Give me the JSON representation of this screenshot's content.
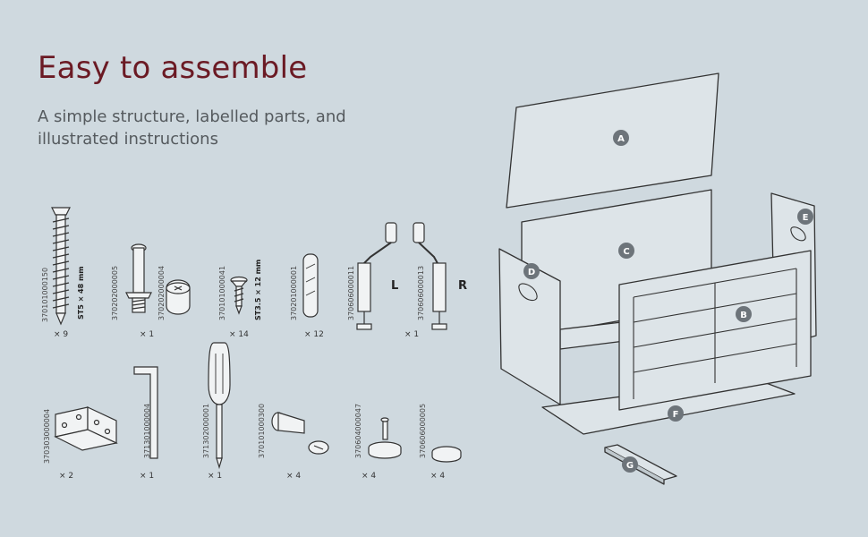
{
  "heading": {
    "title": "Easy to assemble",
    "subtitle": "A simple structure, labelled parts, and illustrated instructions"
  },
  "parts": [
    {
      "code": "370101000150",
      "size": "ST5 × 48 mm",
      "qty": "× 9"
    },
    {
      "code": "370202000005",
      "qty": "× 1"
    },
    {
      "code": "370202000004"
    },
    {
      "code": "370101000041",
      "size": "ST3.5 × 12 mm",
      "qty": "× 14"
    },
    {
      "code": "370201000001",
      "qty": "× 12"
    },
    {
      "code": "370606000011",
      "side": "L"
    },
    {
      "code": "370606000013",
      "side": "R",
      "qty": "× 1"
    },
    {
      "code": "370303000004",
      "qty": "× 2"
    },
    {
      "code": "371301000004",
      "qty": "× 1"
    },
    {
      "code": "371302000001",
      "qty": "× 1"
    },
    {
      "code": "370101000300",
      "qty": "× 4"
    },
    {
      "code": "370604000047",
      "qty": "× 4"
    },
    {
      "code": "370606000005",
      "qty": "× 4"
    }
  ],
  "panels": [
    "A",
    "B",
    "C",
    "D",
    "E",
    "F",
    "G"
  ]
}
